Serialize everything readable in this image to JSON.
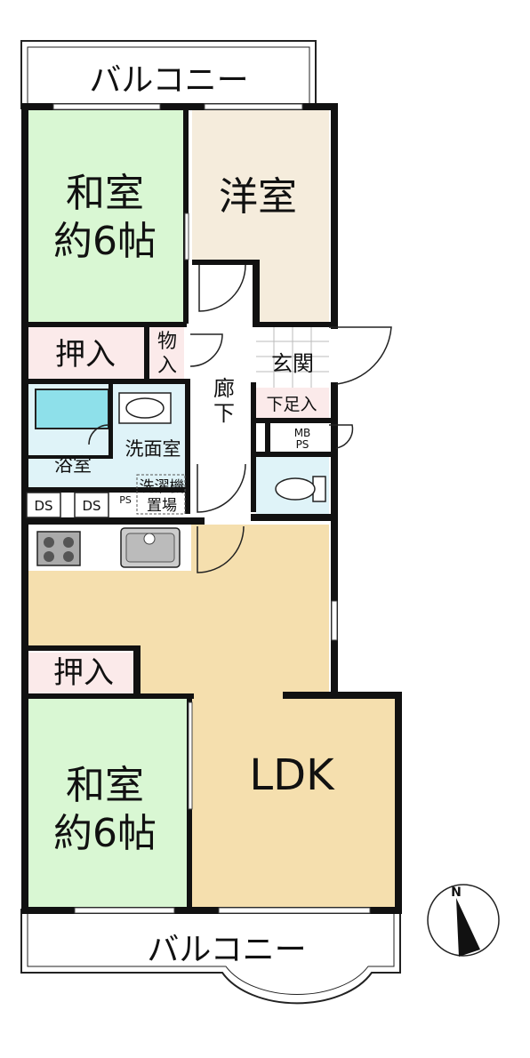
{
  "balcony_top": "バルコニー",
  "balcony_bottom": "バルコニー",
  "washitsu_top": {
    "name": "和室",
    "size": "約6帖"
  },
  "yoshitsu": "洋室",
  "oshiire_top": "押入",
  "monoire": [
    "物",
    "入"
  ],
  "genkan": "玄関",
  "getabako": "下足入",
  "rouka": [
    "廊",
    "下"
  ],
  "yokushitsu": "浴室",
  "senmenshitsu": "洗面室",
  "sentakuki": [
    "洗濯機",
    "置場"
  ],
  "mbps": [
    "MB",
    "PS"
  ],
  "ds_left": "DS",
  "ds_right": "DS",
  "ps_small": "PS",
  "oshiire_bottom": "押入",
  "washitsu_bottom": {
    "name": "和室",
    "size": "約6帖"
  },
  "ldk": "LDK",
  "compass": "N",
  "colors": {
    "washitsu": "#d9f7d3",
    "yoshitsu": "#f5ecdc",
    "ldk": "#f5dfae",
    "oshiire": "#fbeaea",
    "wet": "#dff3f8",
    "bath": "#8ee0ea",
    "wall": "#111111"
  }
}
